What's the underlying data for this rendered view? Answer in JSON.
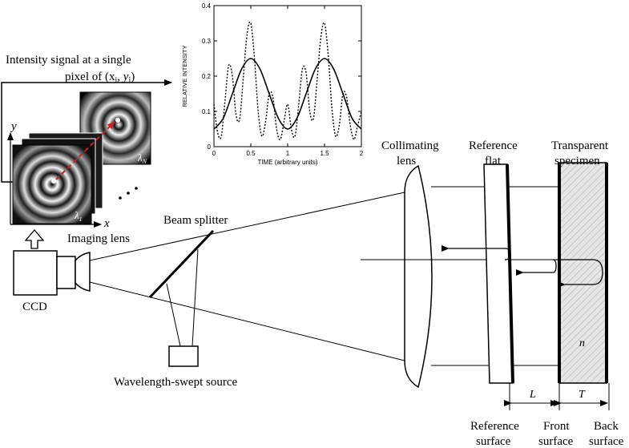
{
  "labels": {
    "intensity_line1": "Intensity signal at a single",
    "intensity_line2": "pixel of (x",
    "sub_i": "i",
    "comma_y": ", y",
    "close_paren": ")",
    "axis_y": "y",
    "axis_x": "x",
    "lambda_1": "λ",
    "lambda_1_sub": "1",
    "lambda_n": "λ",
    "lambda_n_sub": "N",
    "imaging_lens": "Imaging lens",
    "ccd": "CCD",
    "beam_splitter": "Beam splitter",
    "source": "Wavelength-swept source",
    "collimating_1": "Collimating",
    "collimating_2": "lens",
    "ref_flat_1": "Reference",
    "ref_flat_2": "flat",
    "specimen_1": "Transparent",
    "specimen_2": "specimen",
    "n": "n",
    "L": "L",
    "T": "T",
    "ref_surface_1": "Reference",
    "ref_surface_2": "surface",
    "front_surface_1": "Front",
    "front_surface_2": "surface",
    "back_surface_1": "Back",
    "back_surface_2": "surface"
  },
  "chart_data": {
    "type": "line",
    "xlabel": "TIME (arbitrary units)",
    "ylabel": "RELATIVE INTENSITY",
    "xlim": [
      0,
      2
    ],
    "ylim": [
      0,
      0.4
    ],
    "xticks": [
      0,
      0.5,
      1,
      1.5,
      2
    ],
    "yticks": [
      0,
      0.1,
      0.2,
      0.3,
      0.4
    ],
    "x_tick_labels": [
      "0",
      "0.5",
      "1",
      "1.5",
      "2"
    ],
    "y_tick_labels": [
      "0",
      "0.1",
      "0.2",
      "0.3",
      "0.4"
    ],
    "series": [
      {
        "style": "solid",
        "x": [
          0,
          0.125,
          0.25,
          0.375,
          0.5,
          0.625,
          0.75,
          0.875,
          1.0,
          1.125,
          1.25,
          1.375,
          1.5,
          1.625,
          1.75,
          1.875,
          2.0
        ],
        "y": [
          0.05,
          0.08,
          0.15,
          0.22,
          0.25,
          0.22,
          0.15,
          0.08,
          0.05,
          0.08,
          0.15,
          0.22,
          0.25,
          0.22,
          0.15,
          0.08,
          0.05
        ]
      },
      {
        "style": "dotted",
        "x": [
          0,
          0.05,
          0.1,
          0.15,
          0.2,
          0.25,
          0.3,
          0.35,
          0.4,
          0.45,
          0.5,
          0.55,
          0.6,
          0.65,
          0.7,
          0.75,
          0.8,
          0.85,
          0.9,
          0.95,
          1.0,
          1.05,
          1.1,
          1.15,
          1.2,
          1.25,
          1.3,
          1.35,
          1.4,
          1.45,
          1.5,
          1.55,
          1.6,
          1.65,
          1.7,
          1.75,
          1.8,
          1.85,
          1.9,
          1.95,
          2.0
        ],
        "y": [
          0.12,
          0.04,
          0.03,
          0.13,
          0.23,
          0.2,
          0.09,
          0.08,
          0.2,
          0.32,
          0.35,
          0.25,
          0.1,
          0.03,
          0.07,
          0.15,
          0.14,
          0.05,
          0.02,
          0.07,
          0.12,
          0.05,
          0.03,
          0.12,
          0.22,
          0.21,
          0.1,
          0.08,
          0.19,
          0.31,
          0.35,
          0.26,
          0.11,
          0.03,
          0.06,
          0.15,
          0.14,
          0.06,
          0.02,
          0.06,
          0.1
        ]
      }
    ]
  }
}
